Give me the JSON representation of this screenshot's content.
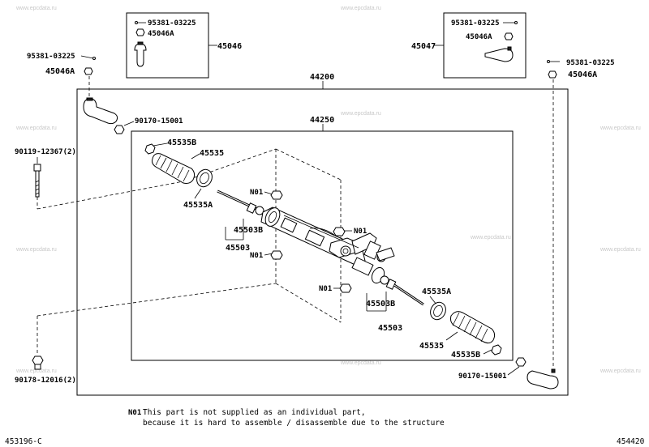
{
  "watermark": "www.epcdata.ru",
  "labels": {
    "p45046": "45046",
    "p45047": "45047",
    "p95381_l": "95381-03225",
    "p95381_lb": "95381-03225",
    "p95381_r": "95381-03225",
    "p95381_rb": "95381-03225",
    "p45046A_l": "45046A",
    "p45046A_lb": "45046A",
    "p45046A_r": "45046A",
    "p45046A_rb": "45046A",
    "p44200": "44200",
    "p44250": "44250",
    "p90170_l": "90170-15001",
    "p90170_r": "90170-15001",
    "p90119": "90119-12367(2)",
    "p90178": "90178-12016(2)",
    "p45535B_l": "45535B",
    "p45535_l": "45535",
    "p45535A_l": "45535A",
    "p45503B_l": "45503B",
    "p45503_l": "45503",
    "n01_a": "N01",
    "n01_b": "N01",
    "n01_c": "N01",
    "n01_d": "N01",
    "p45535A_r": "45535A",
    "p45503B_r": "45503B",
    "p45503_r": "45503",
    "p45535_r": "45535",
    "p45535B_r": "45535B"
  },
  "note": {
    "marker": "N01",
    "line1": "This part is not supplied as an individual part,",
    "line2": "because it is hard to assemble / disassemble due to the structure"
  },
  "footer": {
    "left_code": "453196-C",
    "right_code": "454420"
  }
}
